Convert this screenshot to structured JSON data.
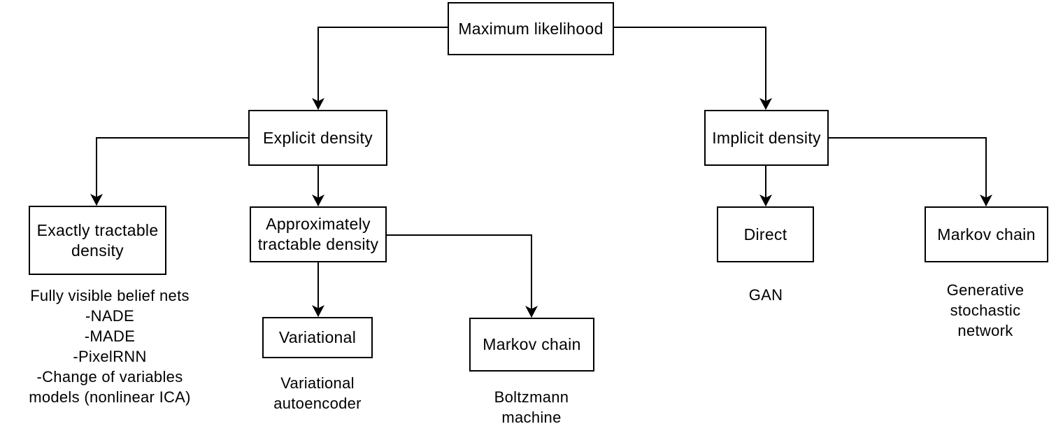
{
  "colors": {
    "background": "#ffffff",
    "line": "#000000",
    "text": "#000000"
  },
  "nodes": {
    "maximum_likelihood": {
      "label": "Maximum likelihood"
    },
    "explicit_density": {
      "label": "Explicit density"
    },
    "implicit_density": {
      "label": "Implicit density"
    },
    "exactly_tractable_density": {
      "label": "Exactly tractable density"
    },
    "approximately_tractable_density": {
      "label": "Approximately tractable density"
    },
    "variational": {
      "label": "Variational"
    },
    "markov_chain_middle": {
      "label": "Markov chain"
    },
    "direct": {
      "label": "Direct"
    },
    "markov_chain_right": {
      "label": "Markov chain"
    }
  },
  "captions": {
    "fully_visible_belief_nets": {
      "lines": [
        "Fully visible belief nets",
        "-NADE",
        "-MADE",
        "-PixelRNN",
        "-Change of variables",
        "models (nonlinear ICA)"
      ]
    },
    "variational_autoencoder": {
      "lines": [
        "Variational",
        "autoencoder"
      ]
    },
    "boltzmann_machine": {
      "lines": [
        "Boltzmann",
        "machine"
      ]
    },
    "gan": {
      "lines": [
        "GAN"
      ]
    },
    "generative_stochastic_network": {
      "lines": [
        "Generative",
        "stochastic",
        "network"
      ]
    }
  }
}
